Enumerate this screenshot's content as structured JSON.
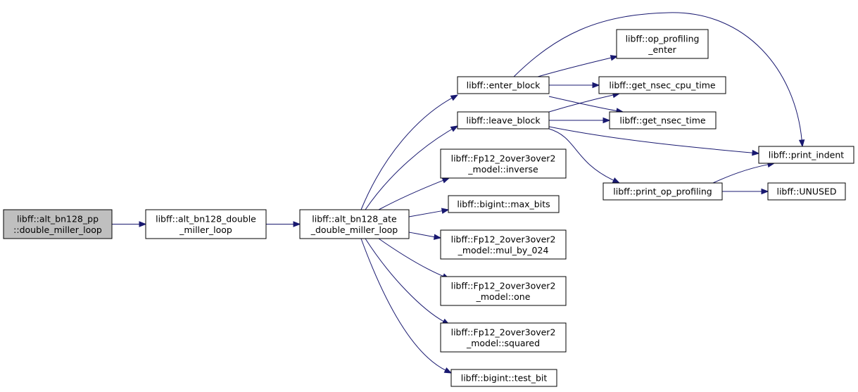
{
  "diagram": {
    "type": "call-graph",
    "edge_color": "#191970",
    "root_fill": "#bfbfbf",
    "nodes": {
      "root": {
        "lines": [
          "libff::alt_bn128_pp",
          "::double_miller_loop"
        ],
        "root": true
      },
      "dml": {
        "lines": [
          "libff::alt_bn128_double",
          "_miller_loop"
        ]
      },
      "ate": {
        "lines": [
          "libff::alt_bn128_ate",
          "_double_miller_loop"
        ]
      },
      "enter": {
        "lines": [
          "libff::enter_block"
        ]
      },
      "leave": {
        "lines": [
          "libff::leave_block"
        ]
      },
      "inverse": {
        "lines": [
          "libff::Fp12_2over3over2",
          "_model::inverse"
        ]
      },
      "maxbits": {
        "lines": [
          "libff::bigint::max_bits"
        ]
      },
      "mul024": {
        "lines": [
          "libff::Fp12_2over3over2",
          "_model::mul_by_024"
        ]
      },
      "one": {
        "lines": [
          "libff::Fp12_2over3over2",
          "_model::one"
        ]
      },
      "squared": {
        "lines": [
          "libff::Fp12_2over3over2",
          "_model::squared"
        ]
      },
      "testbit": {
        "lines": [
          "libff::bigint::test_bit"
        ]
      },
      "opprof": {
        "lines": [
          "libff::op_profiling",
          "_enter"
        ]
      },
      "cpu": {
        "lines": [
          "libff::get_nsec_cpu_time"
        ]
      },
      "nsec": {
        "lines": [
          "libff::get_nsec_time"
        ]
      },
      "indent": {
        "lines": [
          "libff::print_indent"
        ]
      },
      "printop": {
        "lines": [
          "libff::print_op_profiling"
        ]
      },
      "unused": {
        "lines": [
          "libff::UNUSED"
        ]
      }
    },
    "edges": [
      [
        "root",
        "dml"
      ],
      [
        "dml",
        "ate"
      ],
      [
        "ate",
        "enter"
      ],
      [
        "ate",
        "leave"
      ],
      [
        "ate",
        "inverse"
      ],
      [
        "ate",
        "maxbits"
      ],
      [
        "ate",
        "mul024"
      ],
      [
        "ate",
        "one"
      ],
      [
        "ate",
        "squared"
      ],
      [
        "ate",
        "testbit"
      ],
      [
        "enter",
        "opprof"
      ],
      [
        "enter",
        "cpu"
      ],
      [
        "enter",
        "nsec"
      ],
      [
        "enter",
        "indent"
      ],
      [
        "leave",
        "cpu"
      ],
      [
        "leave",
        "nsec"
      ],
      [
        "leave",
        "indent"
      ],
      [
        "leave",
        "printop"
      ],
      [
        "printop",
        "indent"
      ],
      [
        "printop",
        "unused"
      ]
    ]
  }
}
